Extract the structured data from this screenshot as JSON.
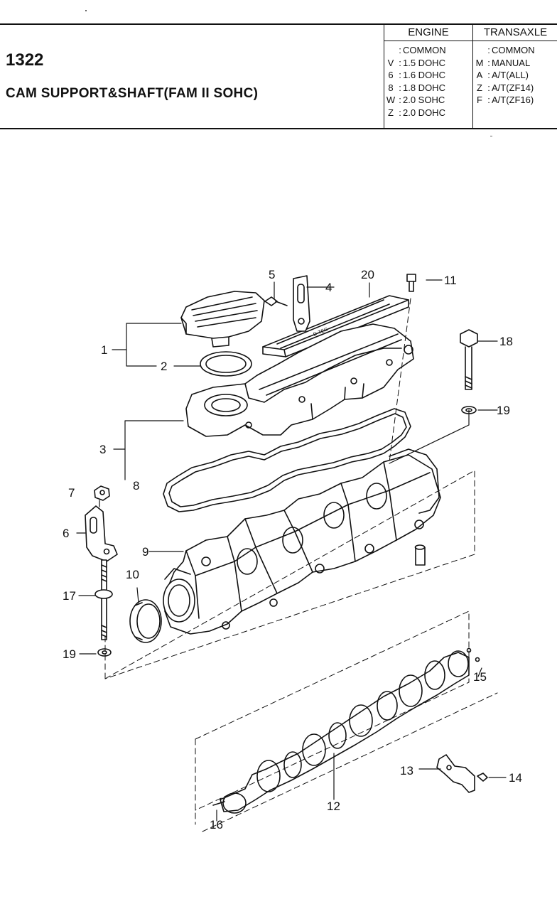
{
  "header": {
    "code": "1322",
    "title": "CAM SUPPORT&SHAFT(FAM II SOHC)"
  },
  "engine_legend": {
    "heading": "ENGINE",
    "rows": [
      {
        "code": "",
        "desc": "COMMON"
      },
      {
        "code": "V",
        "desc": "1.5 DOHC"
      },
      {
        "code": "6",
        "desc": "1.6 DOHC"
      },
      {
        "code": "8",
        "desc": "1.8 DOHC"
      },
      {
        "code": "W",
        "desc": "2.0 SOHC"
      },
      {
        "code": "Z",
        "desc": "2.0 DOHC"
      }
    ]
  },
  "transaxle_legend": {
    "heading": "TRANSAXLE",
    "rows": [
      {
        "code": "",
        "desc": "COMMON"
      },
      {
        "code": "M",
        "desc": "MANUAL"
      },
      {
        "code": "A",
        "desc": "A/T(ALL)"
      },
      {
        "code": "Z",
        "desc": "A/T(ZF14)"
      },
      {
        "code": "F",
        "desc": "A/T(ZF16)"
      }
    ]
  },
  "callouts": [
    "1",
    "2",
    "3",
    "4",
    "5",
    "6",
    "7",
    "8",
    "9",
    "10",
    "11",
    "12",
    "13",
    "14",
    "15",
    "16",
    "17",
    "18",
    "19",
    "19",
    "20"
  ],
  "cover_text": "D-TEC"
}
